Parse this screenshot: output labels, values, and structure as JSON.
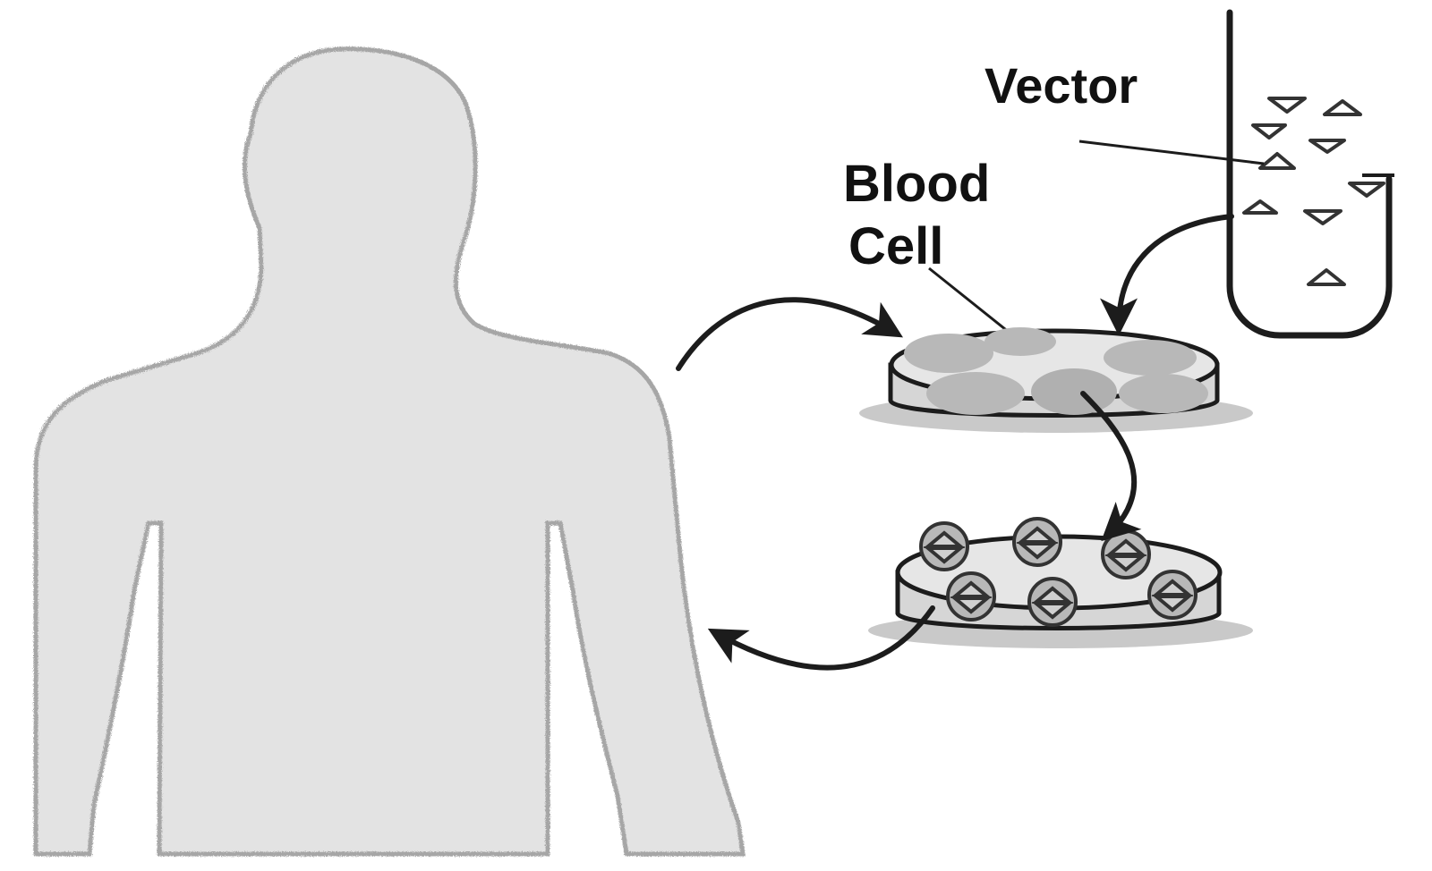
{
  "labels": {
    "vector": "Vector",
    "blood_line1": "Blood",
    "blood_line2": "Cell"
  },
  "colors": {
    "silhouette_fill": "#e3e3e3",
    "silhouette_edge": "#a6a6a6",
    "ink": "#1c1c1c",
    "dish_glass": "#d6d6d6",
    "cell_fill": "#b8b8b8",
    "shadow": "#c9c9c9"
  },
  "icons": {
    "person": "human-silhouette-icon",
    "tube": "test-tube-icon",
    "dish": "petri-dish-icon",
    "cell": "blood-cell-icon",
    "vector_particle": "vector-triangle-icon"
  }
}
